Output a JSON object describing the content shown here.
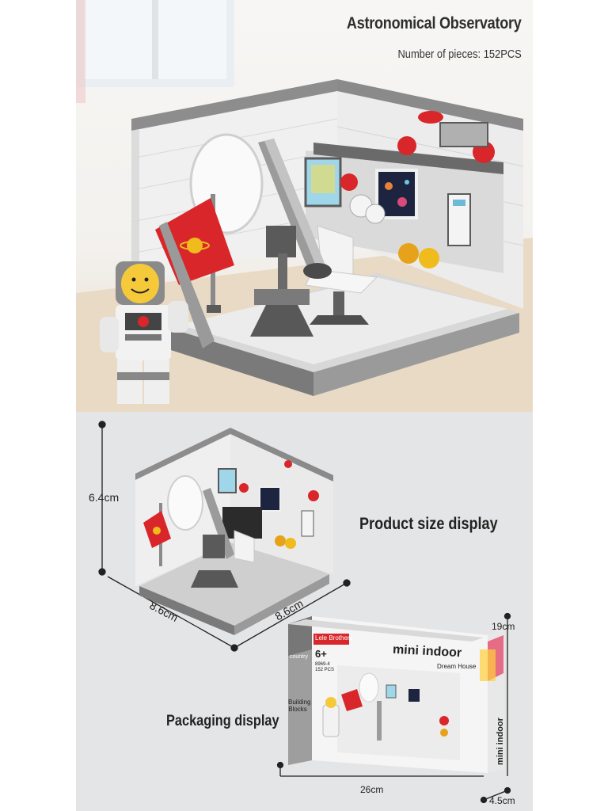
{
  "header": {
    "title": "Astronomical Observatory",
    "pieces": "Number of pieces: 152PCS"
  },
  "product_size": {
    "label": "Product size display",
    "height": "6.4cm",
    "width_left": "8.6cm",
    "width_right": "8.6cm"
  },
  "packaging": {
    "label": "Packaging display",
    "height": "19cm",
    "length": "26cm",
    "depth": "4.5cm",
    "brand": "Lele Brothers",
    "age": "6+",
    "model": "8969-4",
    "pcs": "152 PCS",
    "country": "country",
    "side_text": "Building Blocks",
    "front_title": "mini indoor",
    "front_subtitle": "Dream House",
    "side_title": "mini indoor"
  },
  "colors": {
    "flag_red": "#d9262a",
    "brick_white": "#f2f2f2",
    "brick_grey": "#8e8e8e",
    "dark_grey": "#5f5f5f",
    "background_bottom": "#e4e5e6"
  }
}
